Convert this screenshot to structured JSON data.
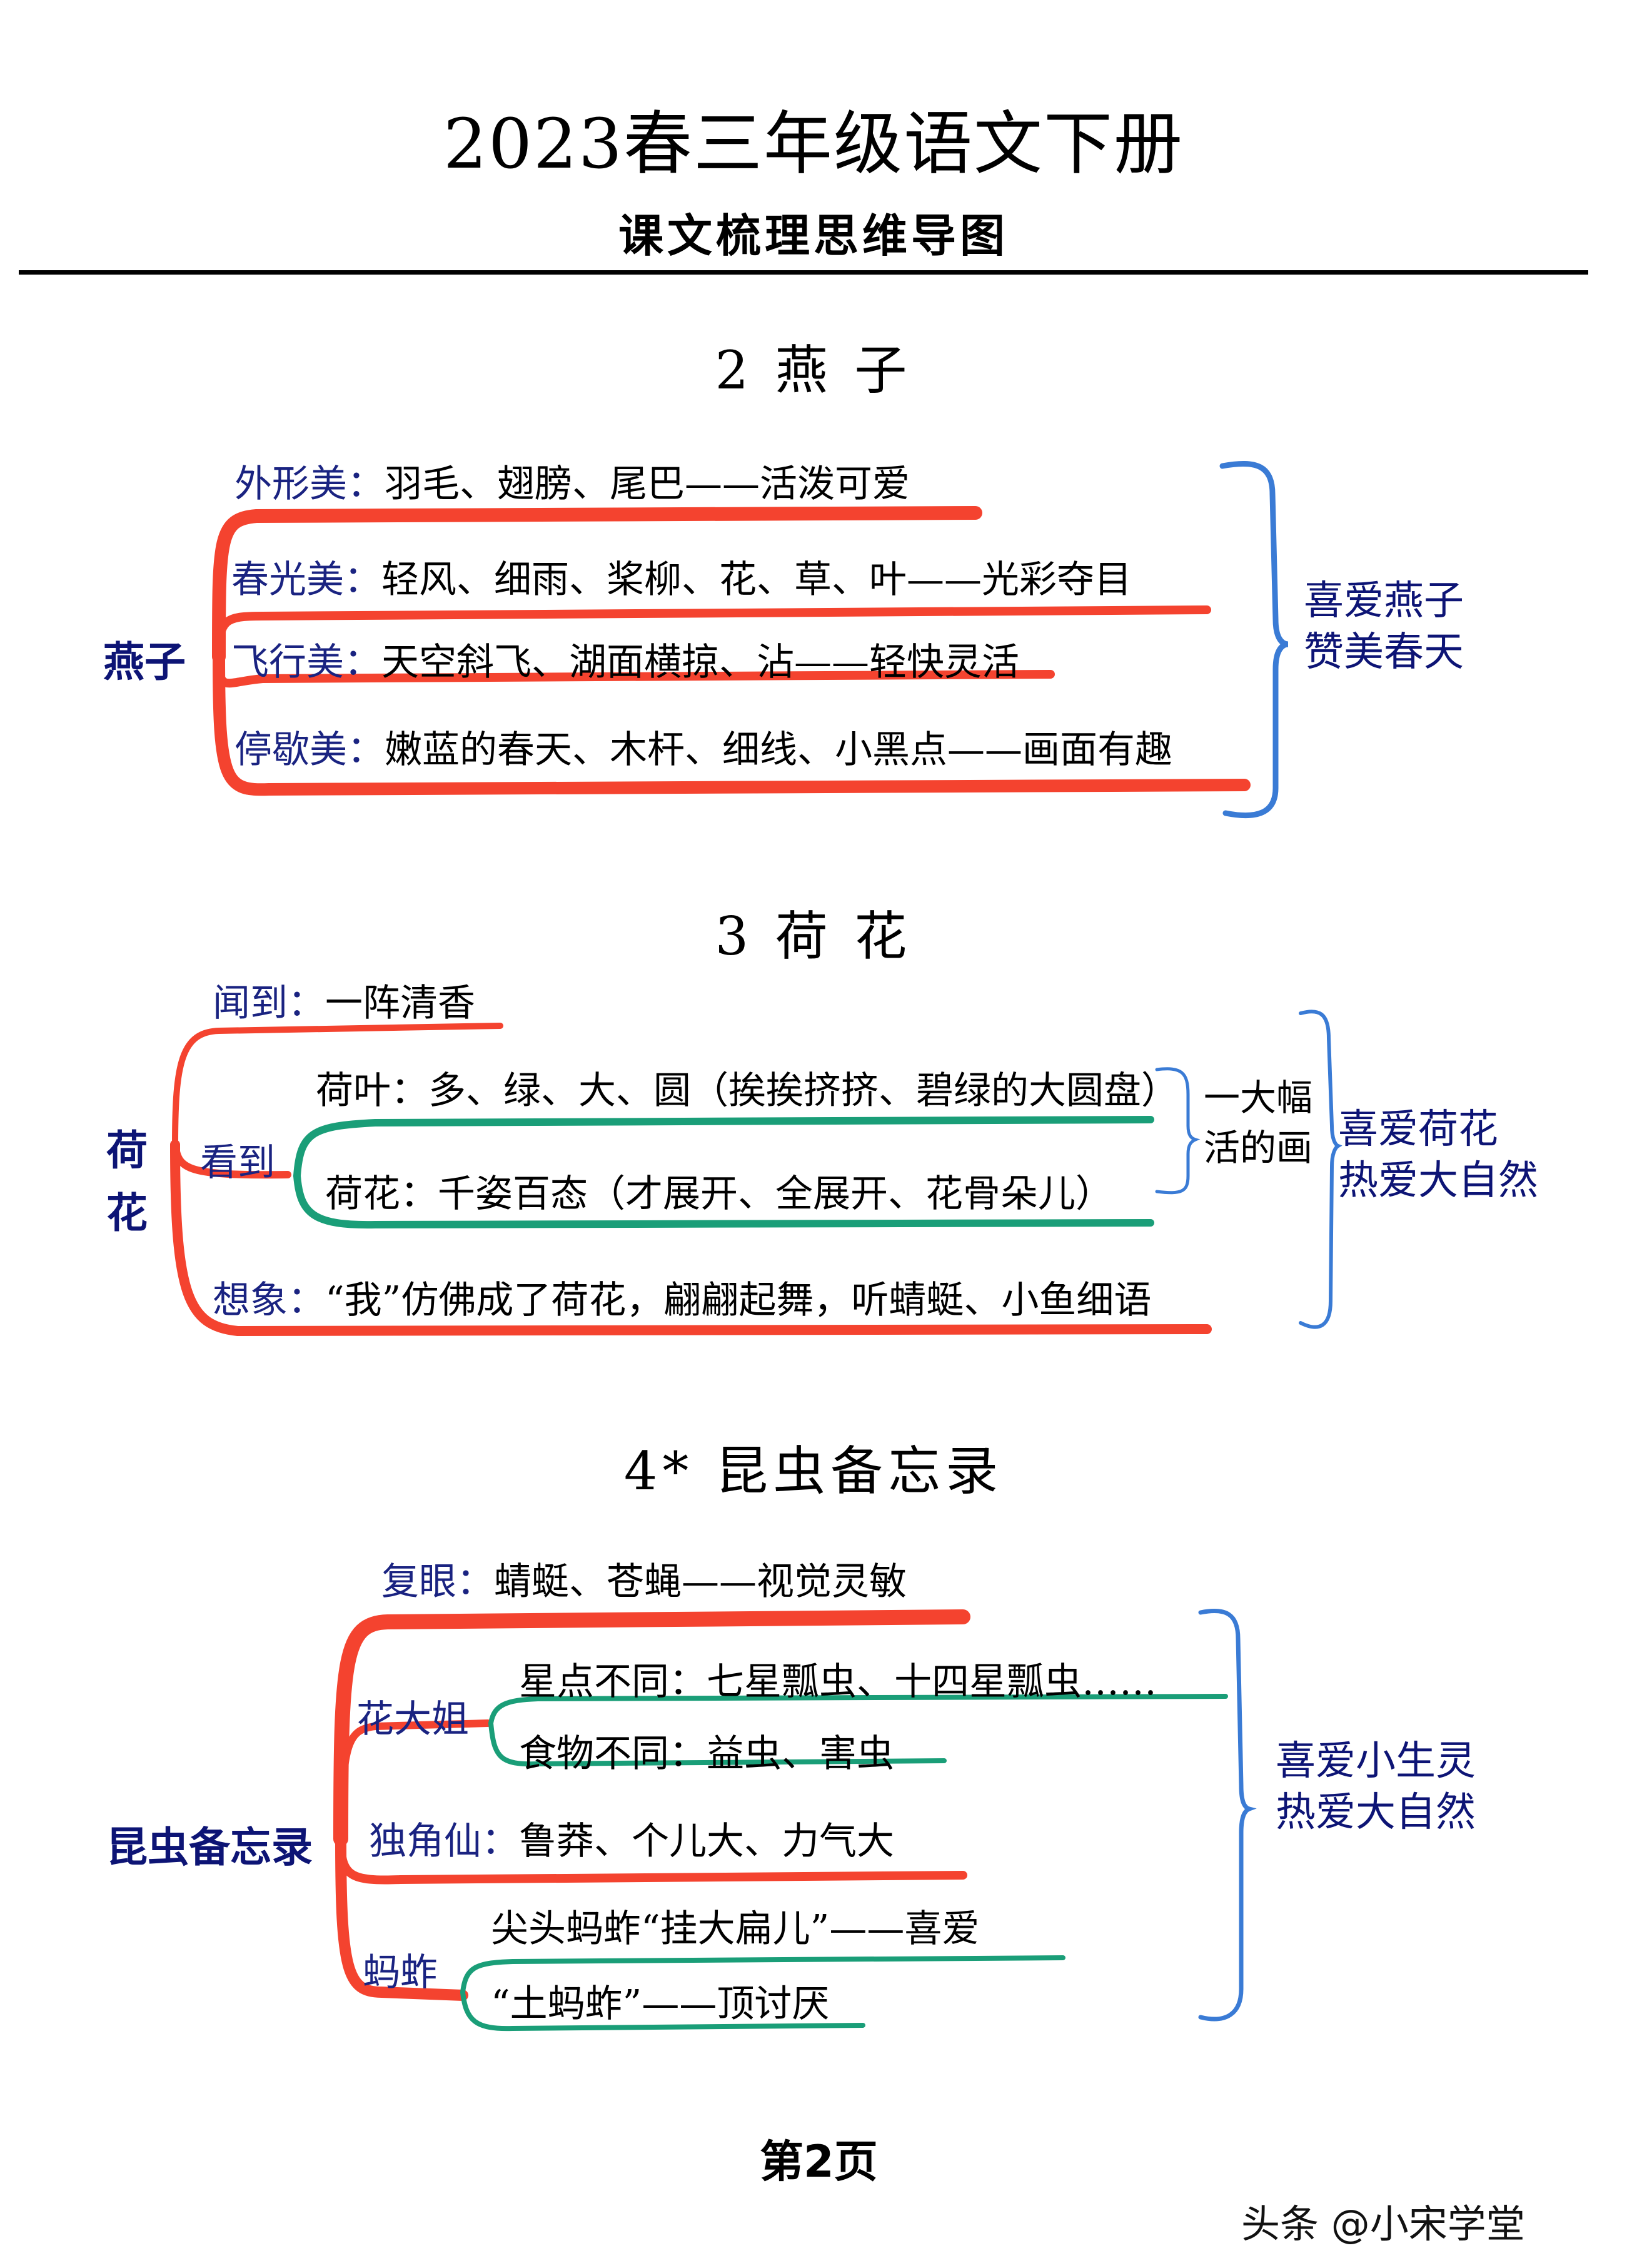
{
  "header": {
    "title": "2023春三年级语文下册",
    "subtitle": "课文梳理思维导图"
  },
  "colors": {
    "branch_red": "#f4432f",
    "branch_green": "#1a9e78",
    "brace_blue": "#3a7bd5",
    "label_navy": "#1a2381",
    "text_black": "#000000"
  },
  "lessons": [
    {
      "title": "2 燕  子",
      "root": "燕子",
      "branches": [
        {
          "label": "外形美：",
          "text": "羽毛、翅膀、尾巴——活泼可爱"
        },
        {
          "label": "春光美：",
          "text": "轻风、细雨、桨柳、花、草、叶——光彩夺目"
        },
        {
          "label": "飞行美：",
          "text": "天空斜飞、湖面横掠、沾——轻快灵活"
        },
        {
          "label": "停歇美：",
          "text": "嫩蓝的春天、木杆、细线、小黑点——画面有趣"
        }
      ],
      "conclusion": [
        "喜爱燕子",
        "赞美春天"
      ]
    },
    {
      "title": "3 荷  花",
      "root": "荷花",
      "branches": [
        {
          "label": "闻到：",
          "text": "一阵清香"
        },
        {
          "label": "看到",
          "children": [
            {
              "text": "荷叶：多、绿、大、圆（挨挨挤挤、碧绿的大圆盘）"
            },
            {
              "text": "荷花：千姿百态（才展开、全展开、花骨朵儿）"
            }
          ],
          "summary": [
            "一大幅",
            "活的画"
          ]
        },
        {
          "label": "想象：",
          "text": "“我”仿佛成了荷花，翩翩起舞，听蜻蜓、小鱼细语"
        }
      ],
      "conclusion": [
        "喜爱荷花",
        "热爱大自然"
      ]
    },
    {
      "title": "4* 昆虫备忘录",
      "root": "昆虫备忘录",
      "branches": [
        {
          "label": "复眼：",
          "text": "蜻蜓、苍蝇——视觉灵敏"
        },
        {
          "label": "花大姐",
          "children": [
            {
              "text": "星点不同：七星瓢虫、十四星瓢虫……"
            },
            {
              "text": "食物不同：益虫、害虫"
            }
          ]
        },
        {
          "label": "独角仙：",
          "text": "鲁莽、个儿大、力气大"
        },
        {
          "label": "蚂蚱",
          "children": [
            {
              "text": "尖头蚂蚱“挂大扁儿”——喜爱"
            },
            {
              "text": "“土蚂蚱”——顶讨厌"
            }
          ]
        }
      ],
      "conclusion": [
        "喜爱小生灵",
        "热爱大自然"
      ]
    }
  ],
  "footer": {
    "page": "第2页",
    "watermark": "头条 @小宋学堂"
  }
}
